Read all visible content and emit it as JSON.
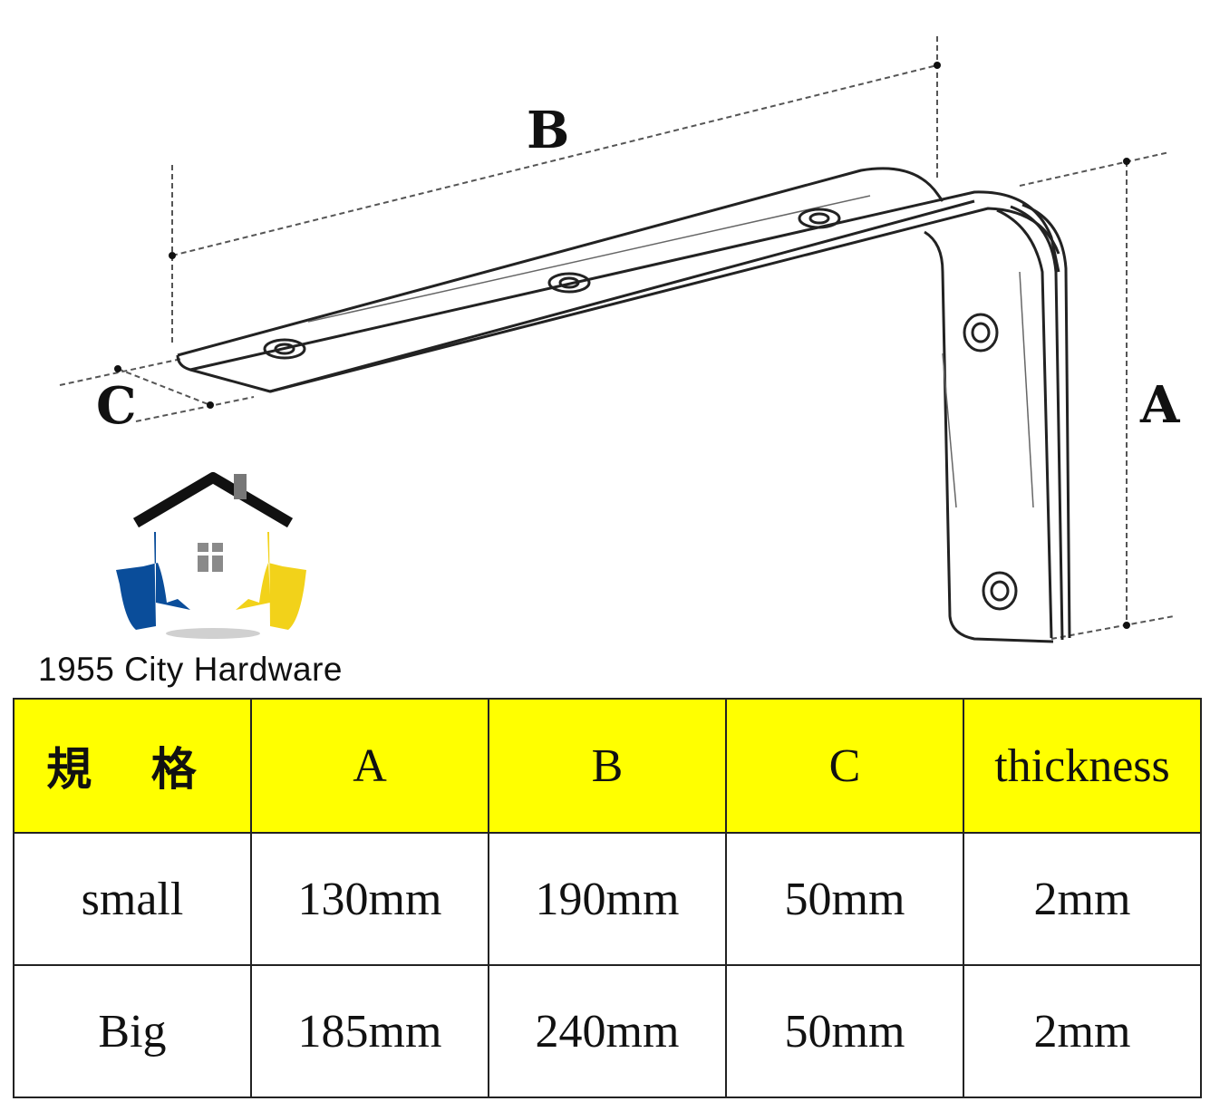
{
  "diagram": {
    "labels": {
      "b": "B",
      "a": "A",
      "c": "C"
    }
  },
  "brand": {
    "name": "1955 City Hardware",
    "colors": {
      "blue_hand": "#0a4d9a",
      "yellow_hand": "#f2d21a",
      "roof": "#111111",
      "window": "#8a8a8a"
    }
  },
  "table": {
    "header": [
      "規 格",
      "A",
      "B",
      "C",
      "thickness"
    ],
    "rows": [
      [
        "small",
        "130mm",
        "190mm",
        "50mm",
        "2mm"
      ],
      [
        "Big",
        "185mm",
        "240mm",
        "50mm",
        "2mm"
      ]
    ],
    "header_bg": "#ffff00"
  }
}
